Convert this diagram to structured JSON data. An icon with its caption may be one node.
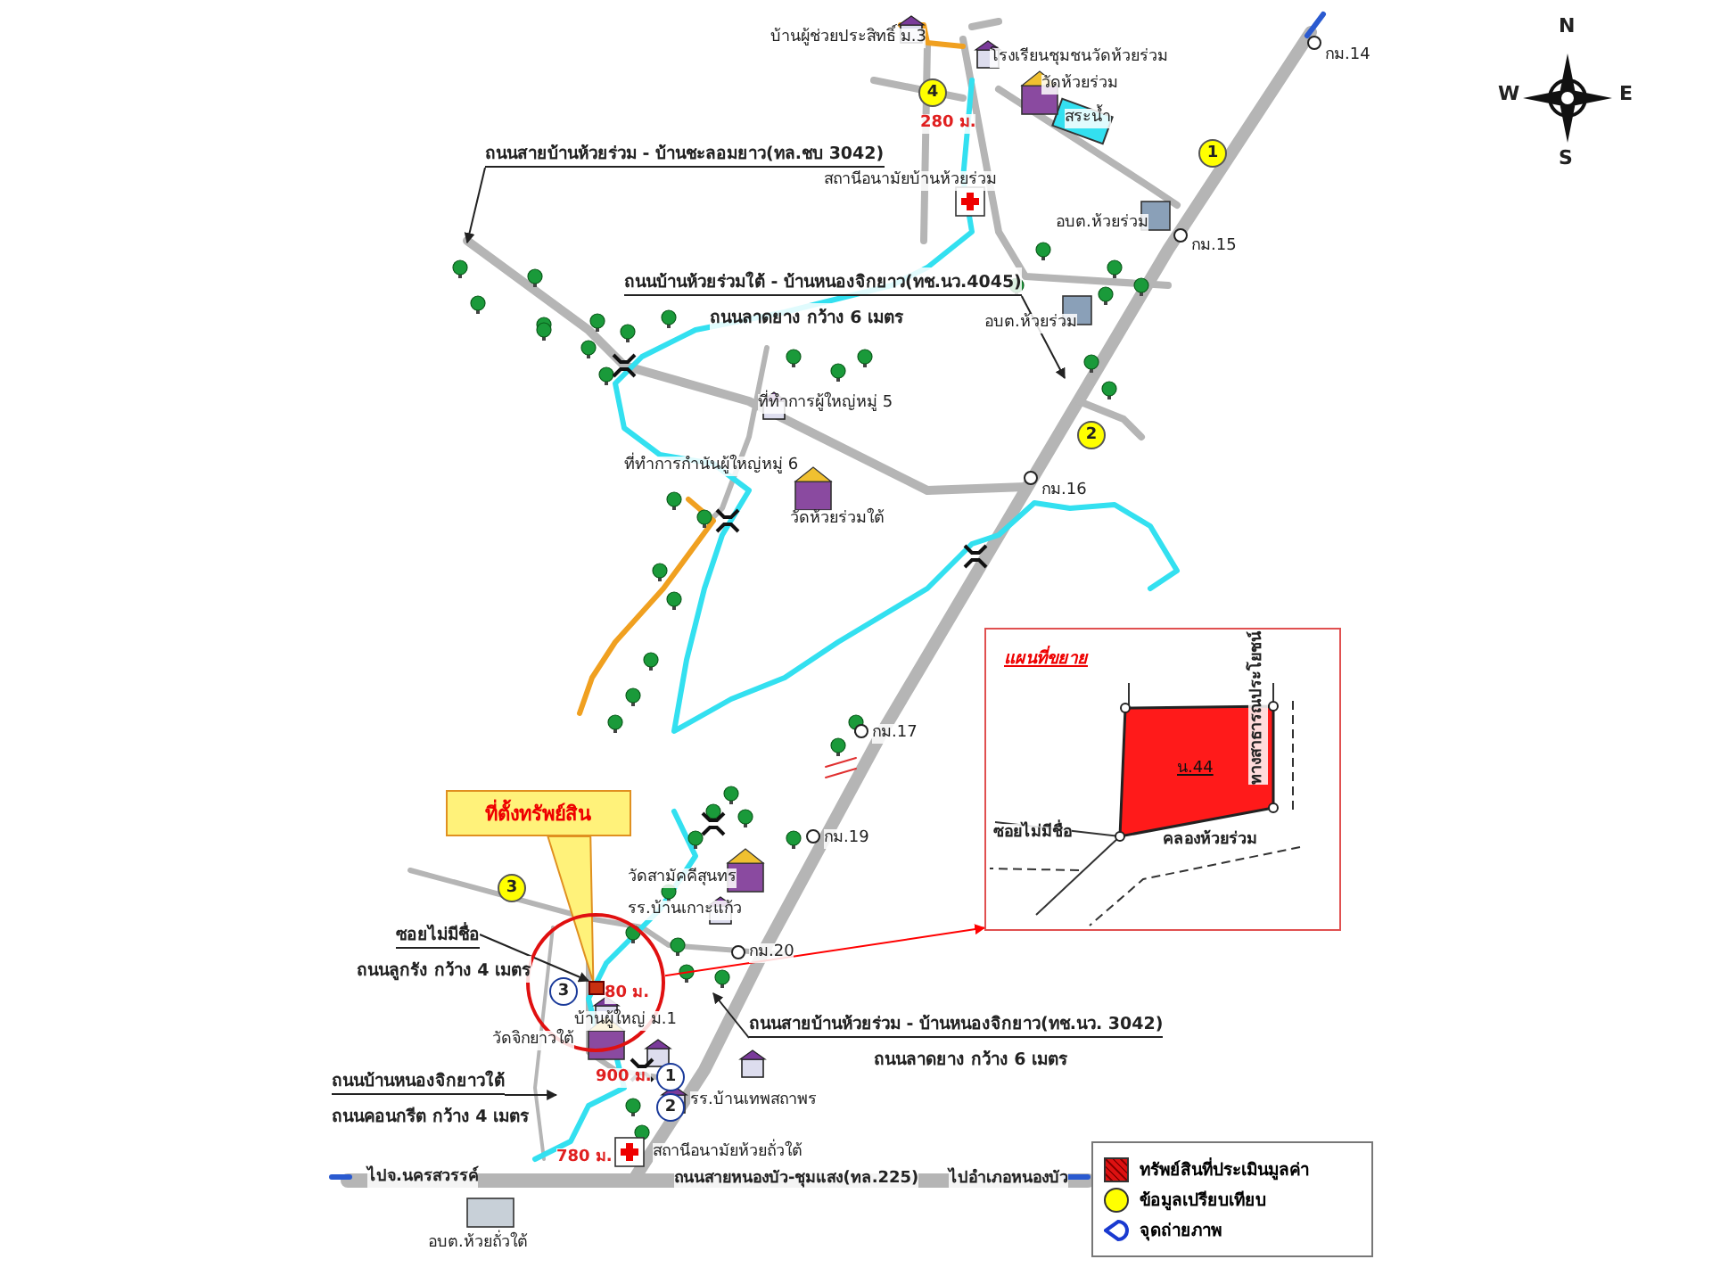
{
  "diagram": {
    "nodes": [
      {
        "text": [
          "ถนนสายบ้านห้วยร่วม - บ้านชะลอมยาว(ทล.ชบ 3042)"
        ]
      },
      {
        "text": [
          "ถนนบ้านห้วยร่วมใต้ - บ้านหนองจิกยาว(ทช.นว.4045)",
          "ถนนลาดยาง กว้าง 6 เมตร"
        ]
      },
      {
        "text": [
          "ที่ตั้งทรัพย์สิน"
        ]
      },
      {
        "text": [],
        "shape": "circle"
      },
      {
        "text": [],
        "shape": "box",
        "in": 3
      },
      {
        "text": [
          "ซอยไม่มีชื่อ",
          "ถนนลูกรัง กว้าง 4 เมตร"
        ]
      },
      {
        "text": [
          "ถนนสายบ้านห้วยร่วม - บ้านหนองจิกยาว(ทช.นว. 3042)",
          "ถนนลาดยาง กว้าง 6 เมตร"
        ]
      },
      {
        "text": [
          "ถนนบ้านหนองจิกยาวใต้",
          "ถนนคอนกรีต กว้าง 4 เมตร"
        ]
      },
      {
        "text": [
          "แผนที่ขยาย"
        ]
      },
      {
        "text": [
          "น.44"
        ],
        "in": 8
      }
    ],
    "edges": [
      {
        "from": 0,
        "to": null,
        "arrow": "to"
      },
      {
        "from": 1,
        "to": null,
        "arrow": "to"
      },
      {
        "from": 2,
        "to": 4,
        "arrow": "to"
      },
      {
        "from": 5,
        "to": 4,
        "arrow": "to"
      },
      {
        "from": 6,
        "to": null,
        "arrow": "to"
      },
      {
        "from": 7,
        "to": null,
        "arrow": "to"
      },
      {
        "from": 3,
        "to": 8,
        "arrow": "to",
        "color": "#ff0000"
      }
    ],
    "labels": [
      "N",
      "W",
      "E",
      "S",
      "บ้านผู้ช่วยประสิทธิ์ ม.3",
      "โรงเรียนชุมชนวัดห้วยร่วม",
      "วัดห้วยร่วม",
      "กม.14",
      "4",
      "280 ม.",
      "สระน้ำ",
      "1",
      "สถานีอนามัยบ้านห้วยร่วม",
      "อบต.ห้วยร่วม",
      "กม.15",
      "อบต.ห้วยร่วม",
      "2",
      "ที่ทำการผู้ใหญ่หมู่ 5",
      "ที่ทำการกำนันผู้ใหญ่หมู่ 6",
      "วัดห้วยร่วมใต้",
      "กม.16",
      "กม.17",
      "กม.19",
      "วัดสามัคคีสุนทร",
      "3",
      "รร.บ้านเกาะแก้ว",
      "3",
      "80 ม.",
      "บ้านผู้ใหญ่ ม.1",
      "กม.20",
      "วัดจิกยาวใต้",
      "900 ม.",
      "1",
      "2",
      "รร.บ้านเทพสถาพร",
      "780 ม.",
      "สถานีอนามัยห้วยถั่วใต้",
      "ไปจ.นครสวรรค์",
      "ถนนสายหนองบัว-ชุมแสง(ทล.225)",
      "ไปอำเภอหนองบัว",
      "อบต.ห้วยถั่วใต้",
      "ทางสาธารณประโยชน์",
      "ซอยไม่มีชื่อ",
      "คลองห้วยร่วม"
    ],
    "legend": [
      {
        "text": "ทรัพย์สินที่ประเมินมูลค่า",
        "color": "#dd1111"
      },
      {
        "text": "ข้อมูลเปรียบเทียบ",
        "color": "#ffff00"
      },
      {
        "text": "จุดถ่ายภาพ"
      }
    ]
  }
}
